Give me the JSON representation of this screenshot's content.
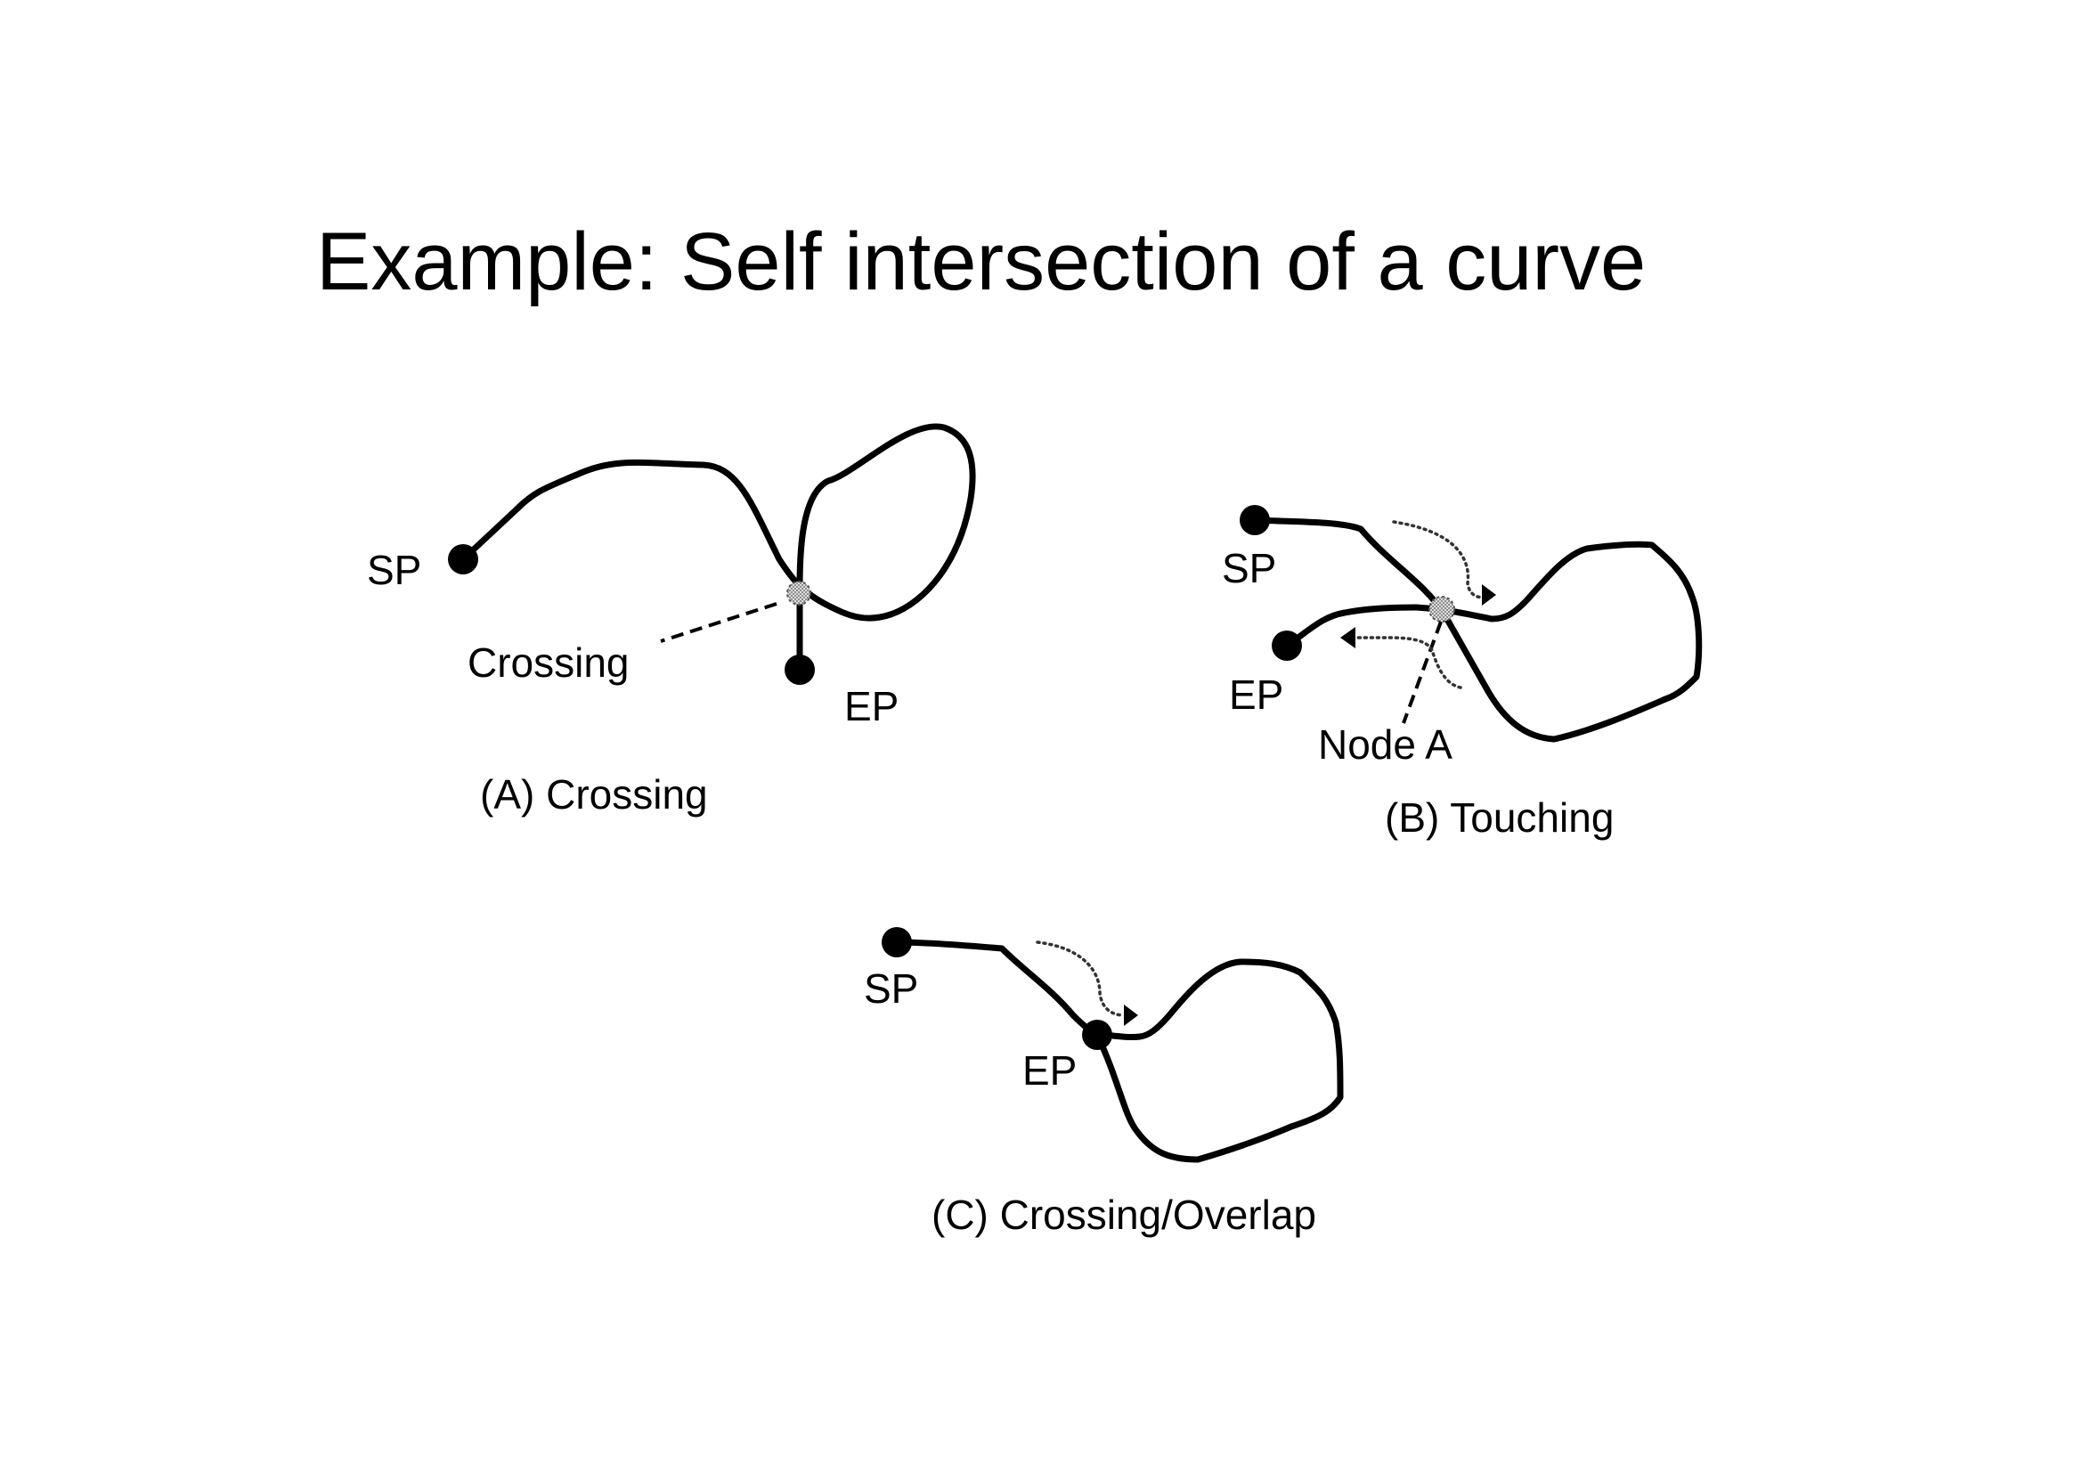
{
  "title": "Example: Self intersection of a curve",
  "panels": {
    "a": {
      "caption": "(A) Crossing",
      "start_label": "SP",
      "end_label": "EP",
      "marker_label": "Crossing"
    },
    "b": {
      "caption": "(B) Touching",
      "start_label": "SP",
      "end_label": "EP",
      "marker_label": "Node A"
    },
    "c": {
      "caption": "(C) Crossing/Overlap",
      "start_label": "SP",
      "end_label": "EP"
    }
  }
}
